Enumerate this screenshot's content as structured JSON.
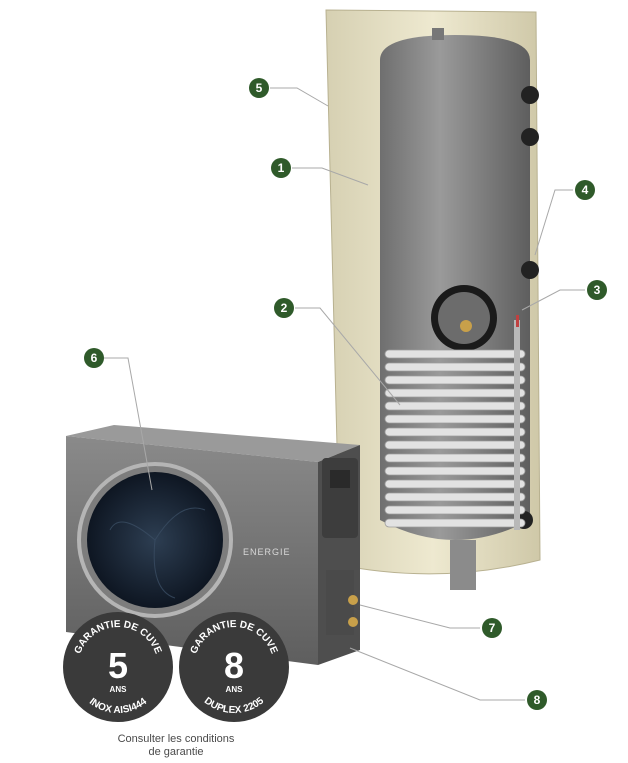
{
  "callouts": [
    "1",
    "2",
    "3",
    "4",
    "5",
    "6",
    "7",
    "8"
  ],
  "badges": [
    {
      "top": "GARANTIE DE CUVE",
      "number": "5",
      "unit": "ANS",
      "bottom": "INOX AISI444"
    },
    {
      "top": "GARANTIE DE CUVE",
      "number": "8",
      "unit": "ANS",
      "bottom": "DUPLEX 2205"
    }
  ],
  "brand_logo": "ENERGIE",
  "note": {
    "line1": "Consulter les conditions",
    "line2": "de garantie"
  },
  "colors": {
    "callout": "#2f5a2a",
    "badge": "#3a3a3a",
    "casing": "#e7e2c6",
    "tank": "#8a8a8a"
  }
}
